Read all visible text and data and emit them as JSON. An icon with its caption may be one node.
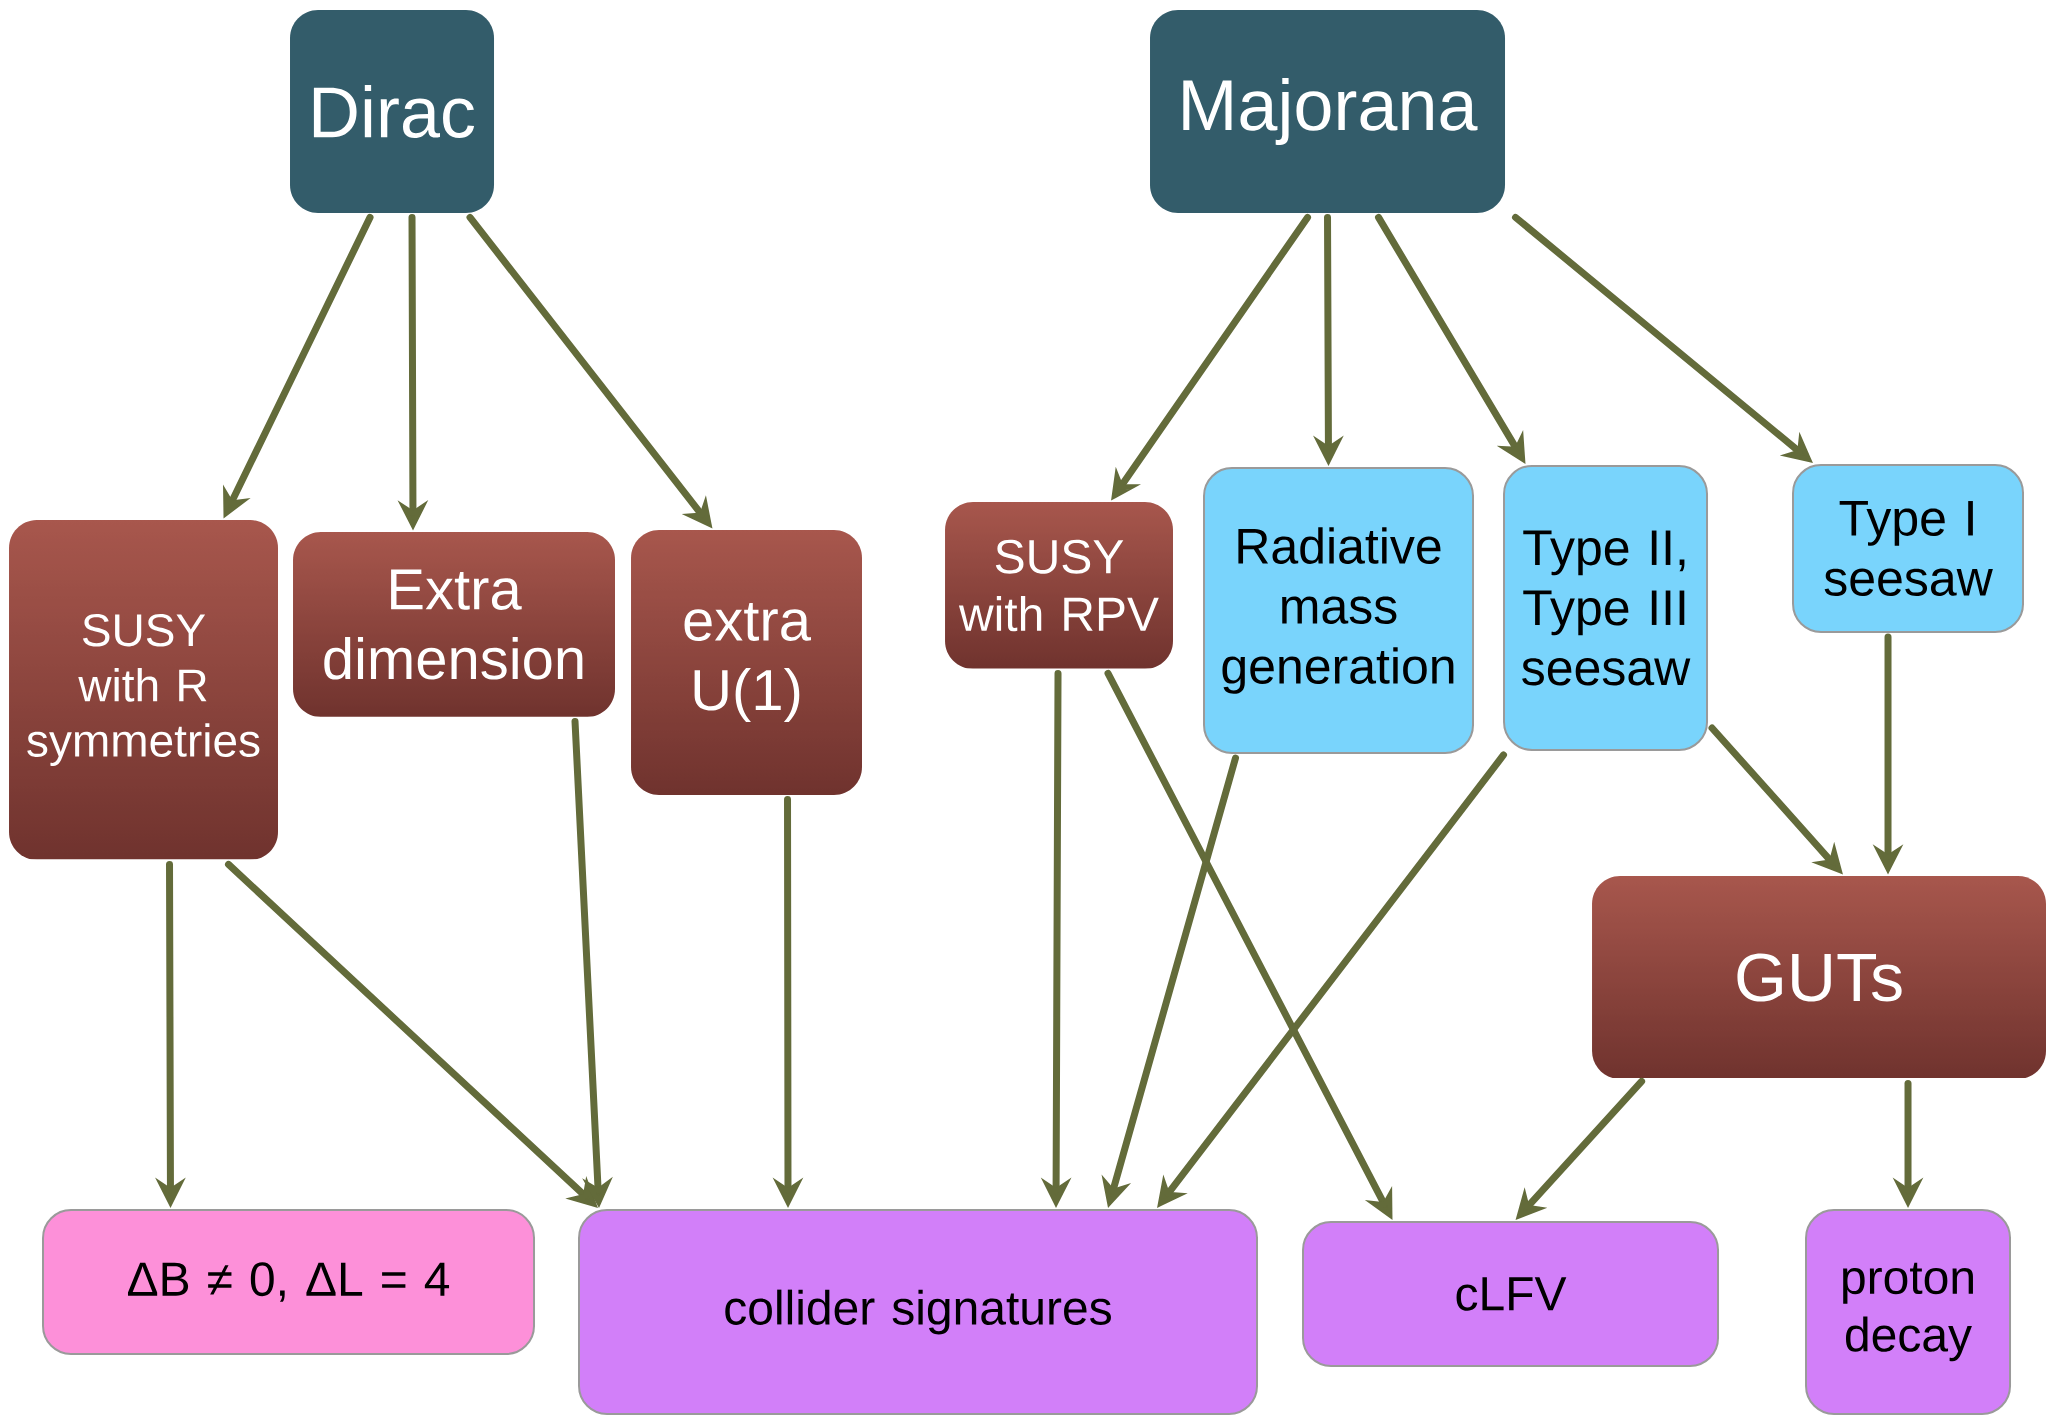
{
  "diagram": {
    "nodes": [
      {
        "text": [
          "Dirac"
        ]
      },
      {
        "text": [
          "Majorana"
        ]
      },
      {
        "text": [
          "SUSY with R symmetries"
        ]
      },
      {
        "text": [
          "Extra dimension"
        ]
      },
      {
        "text": [
          "extra U(1)"
        ]
      },
      {
        "text": [
          "SUSY with RPV"
        ]
      },
      {
        "text": [
          "Radiative mass generation"
        ]
      },
      {
        "text": [
          "Type II, Type III seesaw"
        ]
      },
      {
        "text": [
          "Type I seesaw"
        ]
      },
      {
        "text": [
          "GUTs"
        ]
      },
      {
        "text": [
          "ΔB ≠ 0, ΔL = 4"
        ]
      },
      {
        "text": [
          "collider signatures"
        ]
      },
      {
        "text": [
          "cLFV"
        ]
      },
      {
        "text": [
          "proton decay"
        ]
      }
    ],
    "edges": [
      {
        "from": 0,
        "to": 2,
        "arrow": "to"
      },
      {
        "from": 0,
        "to": 3,
        "arrow": "to"
      },
      {
        "from": 0,
        "to": 4,
        "arrow": "to"
      },
      {
        "from": 1,
        "to": 5,
        "arrow": "to"
      },
      {
        "from": 1,
        "to": 6,
        "arrow": "to"
      },
      {
        "from": 1,
        "to": 7,
        "arrow": "to"
      },
      {
        "from": 1,
        "to": 8,
        "arrow": "to"
      },
      {
        "from": 2,
        "to": 10,
        "arrow": "to"
      },
      {
        "from": 2,
        "to": 11,
        "arrow": "to"
      },
      {
        "from": 3,
        "to": 11,
        "arrow": "to"
      },
      {
        "from": 4,
        "to": 11,
        "arrow": "to"
      },
      {
        "from": 5,
        "to": 11,
        "arrow": "to"
      },
      {
        "from": 5,
        "to": 12,
        "arrow": "to"
      },
      {
        "from": 6,
        "to": 11,
        "arrow": "to"
      },
      {
        "from": 7,
        "to": 11,
        "arrow": "to"
      },
      {
        "from": 7,
        "to": 9,
        "arrow": "to"
      },
      {
        "from": 8,
        "to": 9,
        "arrow": "to"
      },
      {
        "from": 9,
        "to": 12,
        "arrow": "to"
      },
      {
        "from": 9,
        "to": 13,
        "arrow": "to"
      }
    ]
  }
}
